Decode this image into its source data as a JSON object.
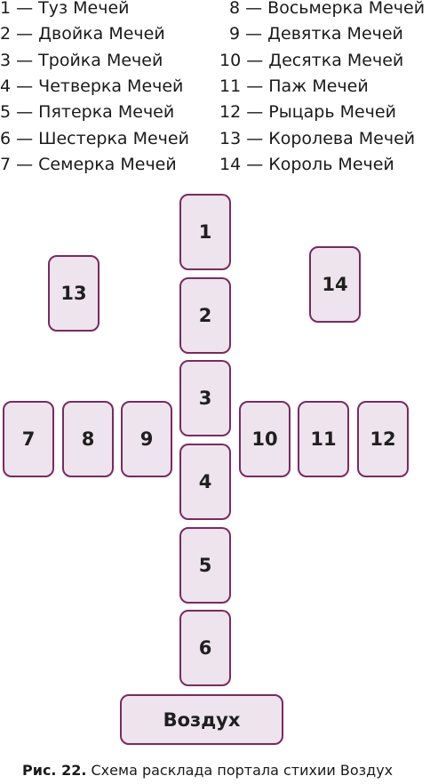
{
  "legend": [
    "1 — Туз Мечей",
    "2 — Двойка Мечей",
    "3 — Тройка Мечей",
    "4 — Четверка Мечей",
    "5 — Пятерка Мечей",
    "6 — Шестерка Мечей",
    "7 — Семерка Мечей",
    "8 — Восьмерка Мечей",
    "9 — Девятка Мечей",
    "10 — Десятка Мечей",
    "11 — Паж Мечей",
    "12 — Рыцарь Мечей",
    "13 — Королева Мечей",
    "14 — Король Мечей"
  ],
  "cards": [
    "1",
    "2",
    "3",
    "4",
    "5",
    "6",
    "7",
    "8",
    "9",
    "10",
    "11",
    "12",
    "13",
    "14"
  ],
  "base_label": "Воздух",
  "caption": {
    "label": "Рис. 22.",
    "text": " Схема расклада портала стихии Воздух"
  },
  "colors": {
    "card_fill": "#ede4ee",
    "card_border": "#7a2a5f"
  }
}
